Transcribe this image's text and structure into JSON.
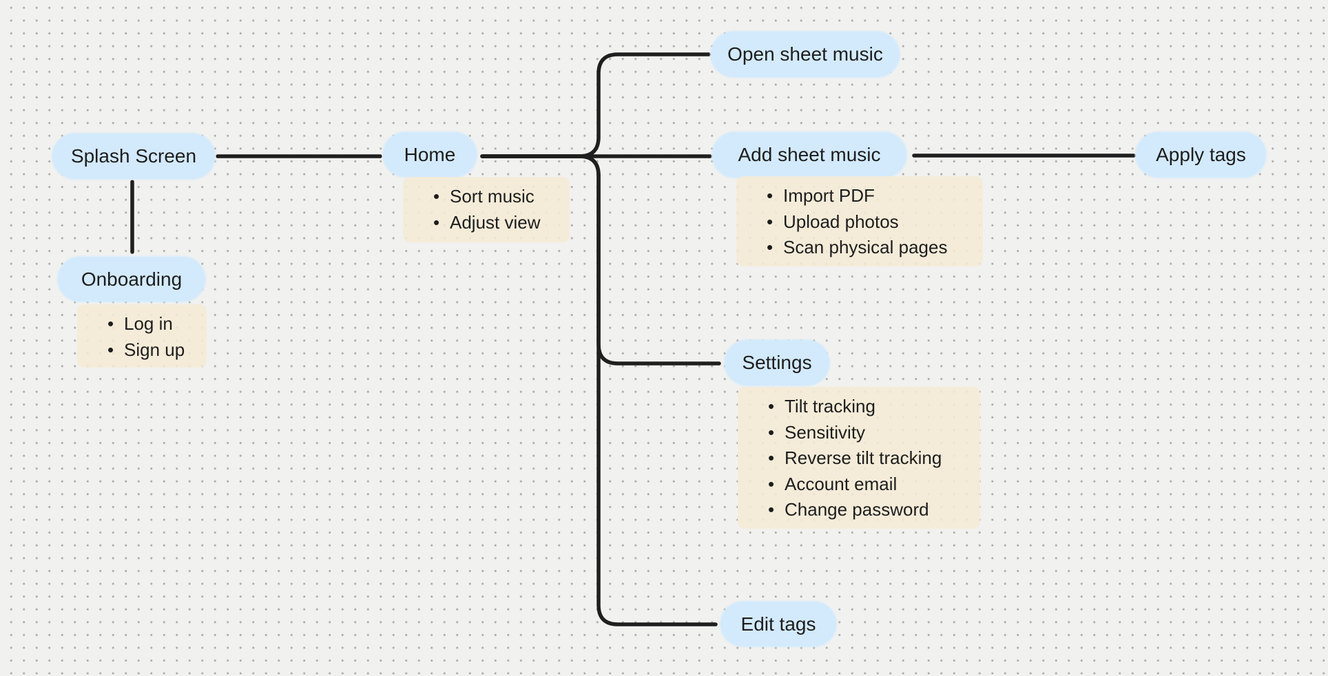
{
  "canvas": {
    "type": "mind-map",
    "colors": {
      "background": "#f1f1ef",
      "dot_grid": "#aeaeac",
      "node_fill": "#d3eafc",
      "note_fill": "#f4ead8",
      "connector": "#1f1f1f",
      "text": "#1d1d1d"
    }
  },
  "nodes": {
    "splash": {
      "label": "Splash Screen"
    },
    "onboarding": {
      "label": "Onboarding"
    },
    "home": {
      "label": "Home"
    },
    "open_sheet_music": {
      "label": "Open sheet music"
    },
    "add_sheet_music": {
      "label": "Add sheet music"
    },
    "apply_tags": {
      "label": "Apply tags"
    },
    "settings": {
      "label": "Settings"
    },
    "edit_tags": {
      "label": "Edit tags"
    }
  },
  "notes": {
    "onboarding": {
      "items": [
        "Log in",
        "Sign up"
      ]
    },
    "home": {
      "items": [
        "Sort music",
        "Adjust view"
      ]
    },
    "add_sheet_music": {
      "items": [
        "Import PDF",
        "Upload photos",
        "Scan physical pages"
      ]
    },
    "settings": {
      "items": [
        "Tilt tracking",
        "Sensitivity",
        "Reverse tilt tracking",
        "Account email",
        "Change password"
      ]
    }
  },
  "edges": [
    {
      "from": "splash",
      "to": "home"
    },
    {
      "from": "splash",
      "to": "onboarding"
    },
    {
      "from": "home",
      "to": "open_sheet_music"
    },
    {
      "from": "home",
      "to": "add_sheet_music"
    },
    {
      "from": "home",
      "to": "settings"
    },
    {
      "from": "home",
      "to": "edit_tags"
    },
    {
      "from": "add_sheet_music",
      "to": "apply_tags"
    }
  ]
}
